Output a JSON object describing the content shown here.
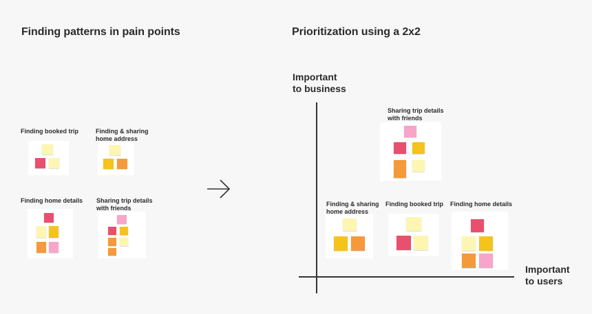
{
  "left_section": {
    "heading": "Finding patterns in pain points",
    "clusters": [
      {
        "title": "Finding booked trip",
        "notes": [
          "",
          "",
          ""
        ]
      },
      {
        "title": "Finding & sharing\nhome address",
        "notes": [
          "",
          "",
          ""
        ]
      },
      {
        "title": "Finding home details",
        "notes": [
          "",
          "",
          "",
          "",
          ""
        ]
      },
      {
        "title": "Sharing trip details\nwith friends",
        "notes": [
          "",
          "",
          "",
          "",
          "",
          ""
        ]
      }
    ]
  },
  "transition": {
    "icon": "right-arrow-icon"
  },
  "right_section": {
    "heading": "Prioritization using a 2x2",
    "y_axis_label": "Important\nto business",
    "x_axis_label": "Important\nto users",
    "clusters": [
      {
        "title": "Sharing trip details\nwith friends"
      },
      {
        "title": "Finding & sharing\nhome address"
      },
      {
        "title": "Finding booked trip"
      },
      {
        "title": "Finding home details"
      }
    ]
  },
  "colors": {
    "background": "#f7f7f7",
    "yellow_note": "#fdf6b3",
    "pink_note": "#f7a6c9",
    "red_note": "#e94f6e",
    "gold_note": "#f6c21c",
    "orange_note": "#f49a3a",
    "axis": "#333333"
  }
}
